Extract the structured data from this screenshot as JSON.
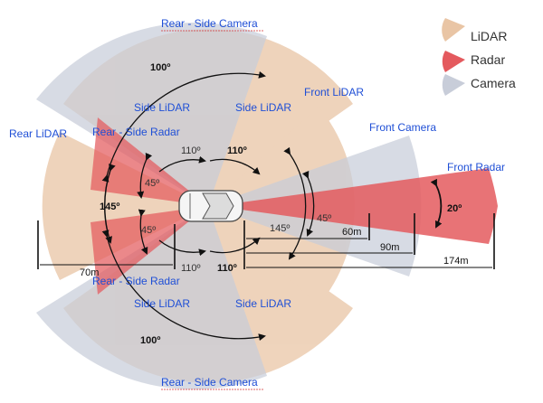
{
  "legend": {
    "lidar": {
      "label": "LiDAR",
      "color": "#e9c5a5"
    },
    "radar": {
      "label": "Radar",
      "color": "#e45a5e"
    },
    "camera": {
      "label": "Camera",
      "color": "#c7ccd8"
    }
  },
  "sensors": {
    "rear_side_camera_top": "Rear - Side Camera",
    "rear_side_camera_bottom": "Rear - Side Camera",
    "front_lidar": "Front LiDAR",
    "rear_lidar": "Rear LiDAR",
    "side_lidar_tl": "Side LiDAR",
    "side_lidar_tr": "Side LiDAR",
    "side_lidar_bl": "Side LiDAR",
    "side_lidar_br": "Side LiDAR",
    "rear_side_radar_top": "Rear - Side Radar",
    "rear_side_radar_bottom": "Rear - Side Radar",
    "front_camera": "Front Camera",
    "front_radar": "Front Radar"
  },
  "angles": {
    "camera_top": "100º",
    "camera_bottom": "100º",
    "side_lidar_tl": "110º",
    "side_lidar_tr": "110º",
    "side_lidar_bl": "110º",
    "side_lidar_br": "110º",
    "radar_top": "45º",
    "radar_bottom": "45º",
    "rear": "145º",
    "front_lidar": "145º",
    "front_camera": "45º",
    "front_radar": "20º"
  },
  "distances": {
    "rear": "70m",
    "front_camera": "60m",
    "front_lidar": "90m",
    "front_radar": "174m"
  }
}
